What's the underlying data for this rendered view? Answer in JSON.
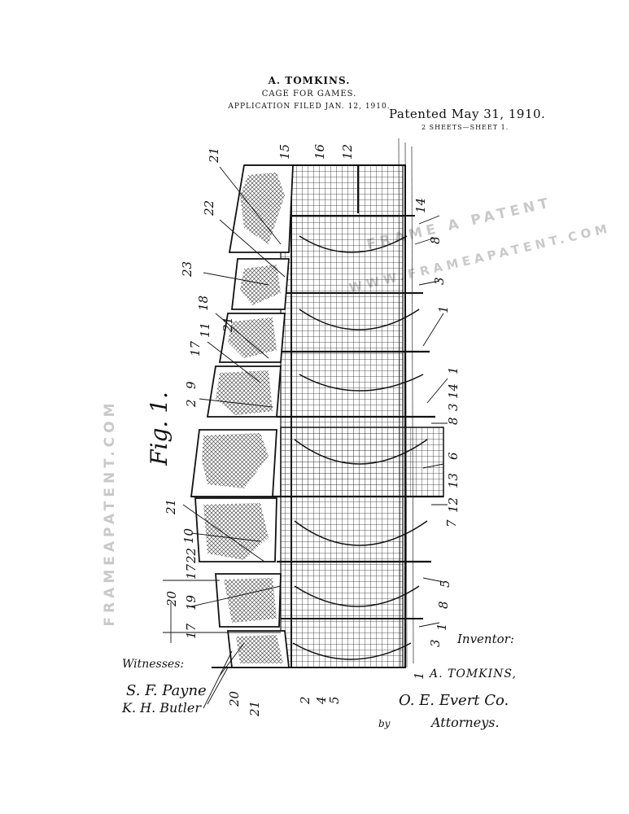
{
  "header": {
    "inventor_name": "A. TOMKINS.",
    "title": "CAGE FOR GAMES.",
    "filed": "APPLICATION FILED JAN. 12, 1910.",
    "patented": "Patented May 31, 1910.",
    "sheets": "2 SHEETS—SHEET 1."
  },
  "figure": {
    "label": "Fig. 1."
  },
  "signatures": {
    "witnesses_label": "Witnesses:",
    "witness_1": "S. F. Payne",
    "witness_2": "K. H. Butler",
    "inventor_label": "Inventor:",
    "inventor_name": "A. TOMKINS,",
    "attorneys_firm": "O. E. Evert Co.",
    "by": "by",
    "attorneys_label": "Attorneys."
  },
  "reference_numerals": {
    "top": [
      "15",
      "16",
      "12"
    ],
    "left": [
      "21",
      "22",
      "23",
      "18",
      "11",
      "21",
      "17",
      "2",
      "9",
      "21",
      "10",
      "22",
      "17",
      "19",
      "20",
      "17",
      "20",
      "21"
    ],
    "right": [
      "14",
      "8",
      "3",
      "1",
      "1",
      "14",
      "3",
      "8",
      "6",
      "13",
      "12",
      "7",
      "5",
      "8",
      "1",
      "3"
    ],
    "bottom": [
      "1",
      "2",
      "4",
      "5"
    ]
  },
  "watermark": {
    "vertical": "FRAMEAPATENT.COM",
    "diagonal_1": "FRAME A PATENT",
    "diagonal_2": "WWW.FRAMEAPATENT.COM"
  }
}
